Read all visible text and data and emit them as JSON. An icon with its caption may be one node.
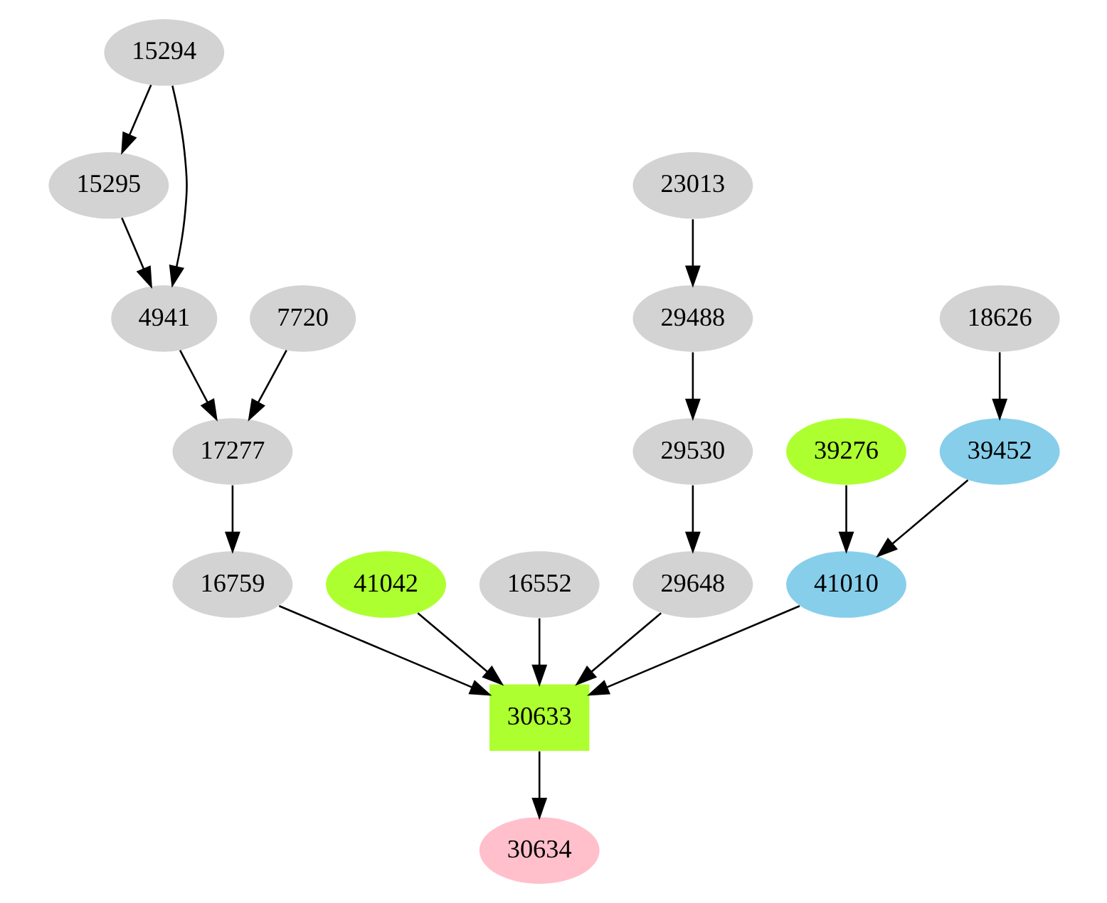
{
  "diagram": {
    "nodes": [
      {
        "text": [
          "15294"
        ]
      },
      {
        "text": [
          "15295"
        ]
      },
      {
        "text": [
          "23013"
        ]
      },
      {
        "text": [
          "4941"
        ]
      },
      {
        "text": [
          "7720"
        ]
      },
      {
        "text": [
          "29488"
        ]
      },
      {
        "text": [
          "18626"
        ]
      },
      {
        "text": [
          "17277"
        ]
      },
      {
        "text": [
          "29530"
        ]
      },
      {
        "text": [
          "39276"
        ]
      },
      {
        "text": [
          "39452"
        ]
      },
      {
        "text": [
          "41042"
        ]
      },
      {
        "text": [
          "16552"
        ]
      },
      {
        "text": [
          "16759"
        ]
      },
      {
        "text": [
          "29648"
        ]
      },
      {
        "text": [
          "41010"
        ]
      },
      {
        "text": [
          "30633"
        ]
      },
      {
        "text": [
          "30634"
        ]
      }
    ],
    "edges": [
      {
        "from": 0,
        "to": 3,
        "arrow": "to"
      },
      {
        "from": 0,
        "to": 1,
        "arrow": "to"
      },
      {
        "from": 1,
        "to": 3,
        "arrow": "to"
      },
      {
        "from": 2,
        "to": 5,
        "arrow": "to"
      },
      {
        "from": 3,
        "to": 7,
        "arrow": "to"
      },
      {
        "from": 4,
        "to": 7,
        "arrow": "to"
      },
      {
        "from": 5,
        "to": 8,
        "arrow": "to"
      },
      {
        "from": 6,
        "to": 10,
        "arrow": "to"
      },
      {
        "from": 7,
        "to": 13,
        "arrow": "to"
      },
      {
        "from": 8,
        "to": 14,
        "arrow": "to"
      },
      {
        "from": 9,
        "to": 15,
        "arrow": "to"
      },
      {
        "from": 10,
        "to": 15,
        "arrow": "to"
      },
      {
        "from": 11,
        "to": 16,
        "arrow": "to"
      },
      {
        "from": 12,
        "to": 16,
        "arrow": "to"
      },
      {
        "from": 13,
        "to": 16,
        "arrow": "to"
      },
      {
        "from": 14,
        "to": 16,
        "arrow": "to"
      },
      {
        "from": 15,
        "to": 16,
        "arrow": "to"
      },
      {
        "from": 16,
        "to": 17,
        "arrow": "to"
      }
    ]
  }
}
